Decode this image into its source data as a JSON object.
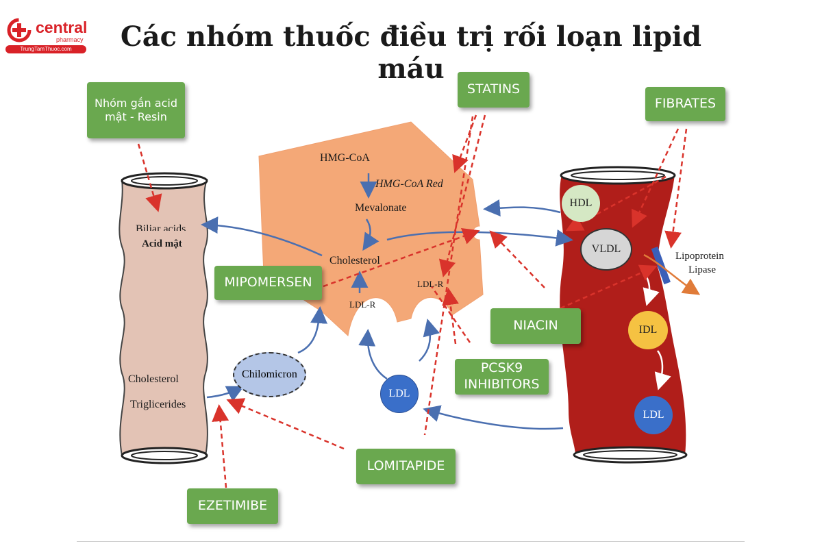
{
  "brand": {
    "name": "central",
    "sub": "pharmacy",
    "url": "TrungTamThuoc.com",
    "color": "#d92127"
  },
  "title": "Các nhóm thuốc điều trị rối loạn lipid máu",
  "colors": {
    "drug_box": "#6aa84f",
    "liver": "#f4a877",
    "vessel": "#b01e1a",
    "intestine": "#e3c3b5",
    "arrow_blue": "#4a6fb0",
    "arrow_red": "#d9332b"
  },
  "drugs": {
    "resin": "Nhóm gắn acid mật - Resin",
    "statins": "STATINS",
    "fibrates": "FIBRATES",
    "mipomersen": "MIPOMERSEN",
    "niacin": "NIACIN",
    "pcsk9": "PCSK9 INHIBITORS",
    "lomitapide": "LOMITAPIDE",
    "ezetimibe": "EZETIMIBE"
  },
  "liver": {
    "hmgcoa": "HMG-CoA",
    "hmgcoa_red": "HMG-CoA Red",
    "mevalonate": "Mevalonate",
    "cholesterol": "Cholesterol",
    "ldlr1": "LDL-R",
    "ldlr2": "LDL-R"
  },
  "intestine": {
    "biliar": "Biliar acids",
    "acid_mat": "Acid mật",
    "cholesterol": "Cholesterol",
    "triglicerides": "Triglicerides",
    "chilomicron": "Chilomicron"
  },
  "vessel": {
    "hdl": "HDL",
    "vldl": "VLDL",
    "idl": "IDL",
    "ldl": "LDL",
    "lipoprotein": "Lipoprotein",
    "lipase": "Lipase"
  },
  "ldl_free": "LDL"
}
